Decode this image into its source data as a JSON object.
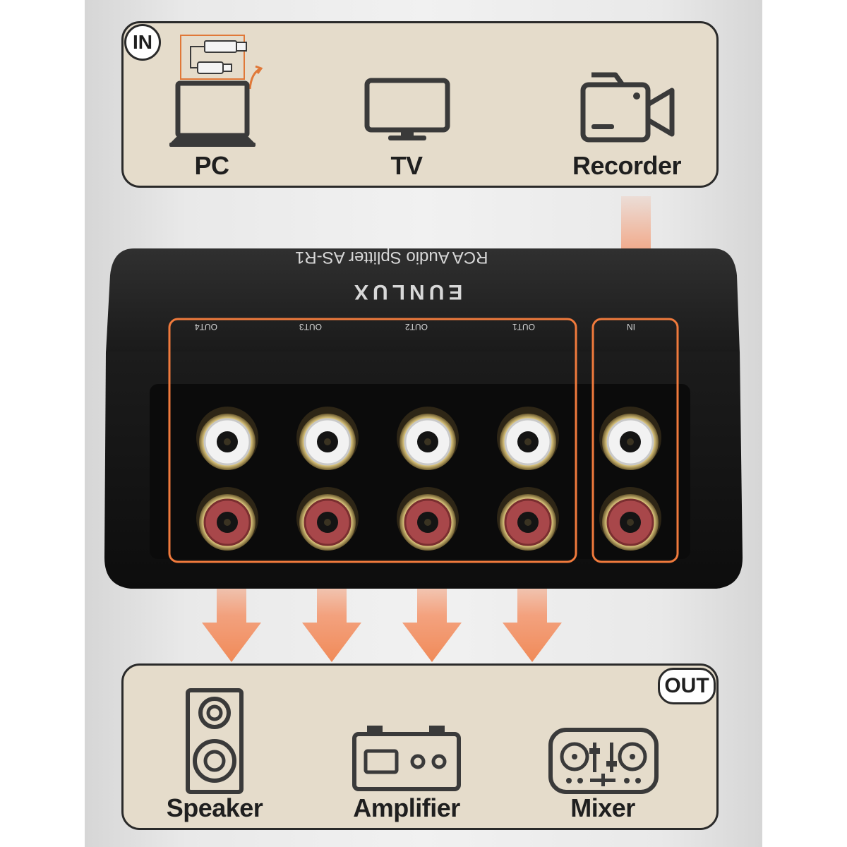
{
  "input_section": {
    "badge": "IN",
    "sources": [
      {
        "label": "PC",
        "icon": "laptop-icon"
      },
      {
        "label": "TV",
        "icon": "monitor-icon"
      },
      {
        "label": "Recorder",
        "icon": "video-camera-icon"
      }
    ]
  },
  "device": {
    "brand": "EUNLUX",
    "model": "RCA Audio Splitter AS-R1",
    "port_labels": [
      "OUT4",
      "OUT3",
      "OUT2",
      "OUT1",
      "IN"
    ]
  },
  "output_section": {
    "badge": "OUT",
    "destinations": [
      {
        "label": "Speaker",
        "icon": "speaker-icon"
      },
      {
        "label": "Amplifier",
        "icon": "amplifier-icon"
      },
      {
        "label": "Mixer",
        "icon": "mixer-icon"
      }
    ]
  },
  "colors": {
    "accent": "#f07a3c",
    "arrow": "#f4946a",
    "box_fill": "#e5dccb",
    "outline": "#2a2a2a",
    "device_body": "#1c1c1c"
  }
}
